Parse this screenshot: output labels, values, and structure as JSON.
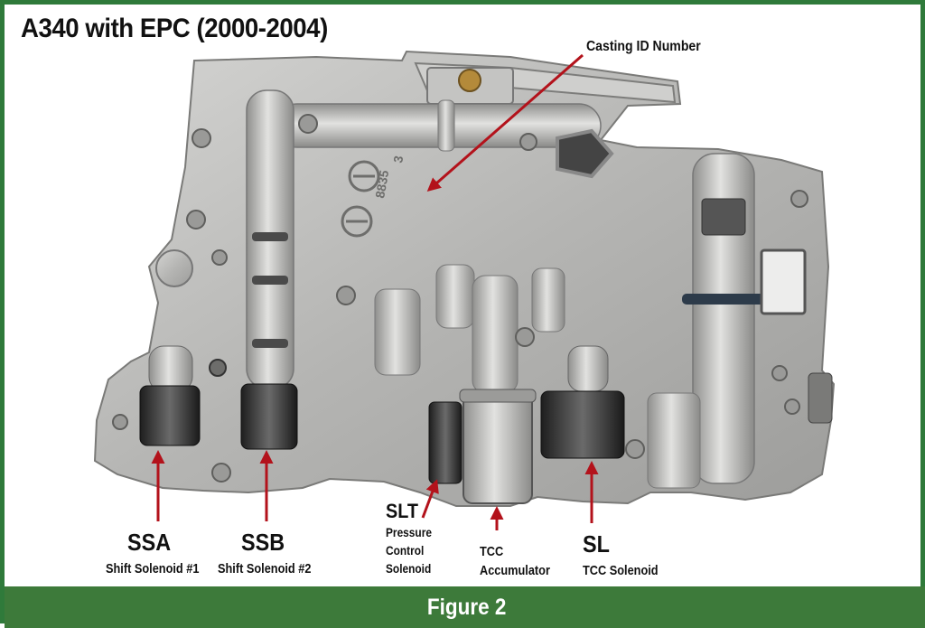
{
  "title": "A340 with EPC (2000-2004)",
  "figure_label": "Figure 2",
  "colors": {
    "frame_green": "#2f7a3a",
    "footer_green": "#3d7a3a",
    "arrow_red": "#b3121b",
    "casting_metal": "#b8b8b6"
  },
  "callouts": {
    "casting": "Casting ID Number",
    "casting_marking_a": "8835",
    "casting_marking_b": "3",
    "ssa": {
      "code": "SSA",
      "desc": "Shift Solenoid #1"
    },
    "ssb": {
      "code": "SSB",
      "desc": "Shift Solenoid #2"
    },
    "slt": {
      "code": "SLT",
      "line1": "Pressure",
      "line2": "Control",
      "line3": "Solenoid"
    },
    "tcc": {
      "line1": "TCC",
      "line2": "Accumulator"
    },
    "sl": {
      "code": "SL",
      "desc": "TCC Solenoid"
    }
  }
}
